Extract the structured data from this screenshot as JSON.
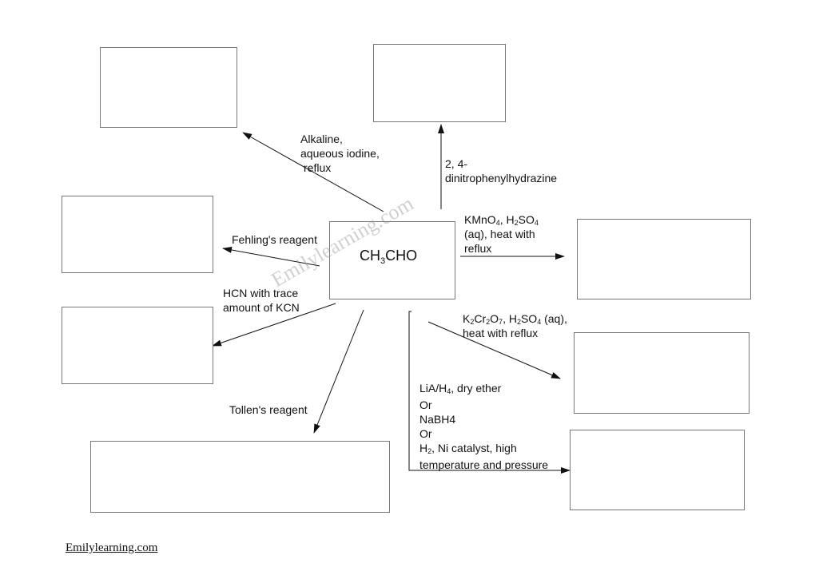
{
  "center": {
    "parts": [
      "CH",
      "3",
      "CHO"
    ]
  },
  "labels": {
    "iodine": [
      "Alkaline,",
      "aqueous iodine,",
      "reflux"
    ],
    "dnph": [
      "2, 4-",
      "dinitrophenylhydrazine"
    ],
    "kmno4": {
      "kmno4": "KMnO",
      "kmno4_sub": "4",
      "h2so4_sep": ", H",
      "h2so4_sub1": "2",
      "so": "SO",
      "so_sub": "4",
      "line2": "(aq), heat with",
      "line3": "reflux"
    },
    "fehling": "Fehling's reagent",
    "hcn": [
      "HCN with trace",
      "amount of KCN"
    ],
    "k2cr2o7": {
      "k": "K",
      "k_sub": "2",
      "cr": "Cr",
      "cr_sub": "2",
      "o": "O",
      "o_sub": "7",
      "h": ", H",
      "h_sub": "2",
      "so": "SO",
      "so_sub": "4",
      "aq": " (aq),",
      "line2": "heat with reflux"
    },
    "tollen": "Tollen's reagent",
    "reduction": {
      "lia": "LiA/H",
      "lia_sub": "4",
      "lia_rest": ", dry ether",
      "or1": "Or",
      "nabh4": "NaBH4",
      "or2": "Or",
      "h": "H",
      "h_sub": "2",
      "h_rest": ", Ni catalyst, high",
      "line_last": "temperature and pressure"
    }
  },
  "watermark": "Emilylearning.com",
  "footer": "Emilylearning.com"
}
